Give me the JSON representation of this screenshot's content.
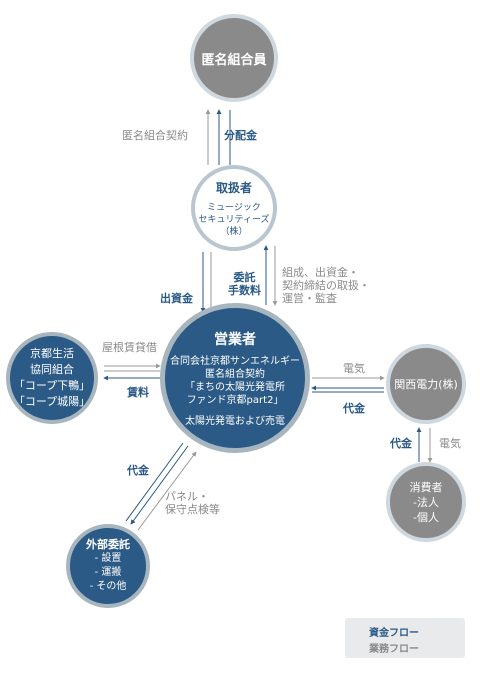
{
  "nodes": {
    "investors": "匿名組合員",
    "handler": {
      "title": "取扱者",
      "company": [
        "ミュージック",
        "セキュリティーズ",
        "（株）"
      ]
    },
    "operator": {
      "title": "営業者",
      "desc": [
        "合同会社京都サンエネルギー",
        "匿名組合契約",
        "「まちの太陽光発電所",
        "ファンド京都part2」"
      ],
      "business": "太陽光発電および売電"
    },
    "coop": [
      "京都生活",
      "協同組合",
      "「コープ下鴨」",
      "「コープ城陽」"
    ],
    "kansai": "関西電力(株)",
    "consumer": [
      "消費者",
      "-法人",
      "-個人"
    ],
    "outsource": {
      "title": "外部委託",
      "items": [
        "- 設置",
        "- 運搬",
        "- その他"
      ]
    }
  },
  "labels": {
    "contract": "匿名組合契約",
    "distribution": "分配金",
    "investment": "出資金",
    "commission": [
      "委託",
      "手数料"
    ],
    "services": [
      "組成、出資金・",
      "契約締結の取扱・",
      "運営・監査"
    ],
    "roof_rent": "屋根賃貸借",
    "rent": "賃料",
    "electricity_out": "電気",
    "payment_in": "代金",
    "payment_consumer": "代金",
    "electricity_consumer": "電気",
    "payment_out": "代金",
    "maintenance": [
      "パネル・",
      "保守点検等"
    ]
  },
  "legend": {
    "fund_flow": "資金フロー",
    "business_flow": "業務フロー"
  },
  "colors": {
    "fund": "#2b5a86",
    "business": "#8a8a8a",
    "operator_fill": "#2b5a86",
    "grey_node": "#8a8a8a",
    "legend_bg": "#e9eaeb"
  }
}
